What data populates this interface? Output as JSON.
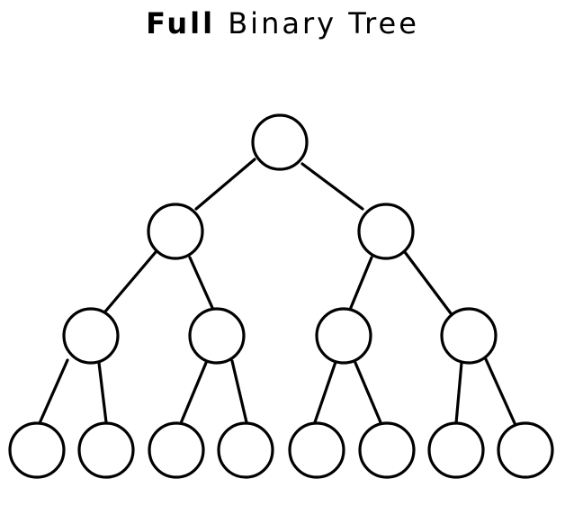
{
  "title": {
    "bold": "Full",
    "normal": "Binary Tree"
  },
  "colors": {
    "stroke": "#000000",
    "node_fill": "#ffffff",
    "background": "#ffffff"
  },
  "tree": {
    "levels": 4,
    "node_count": 15
  }
}
